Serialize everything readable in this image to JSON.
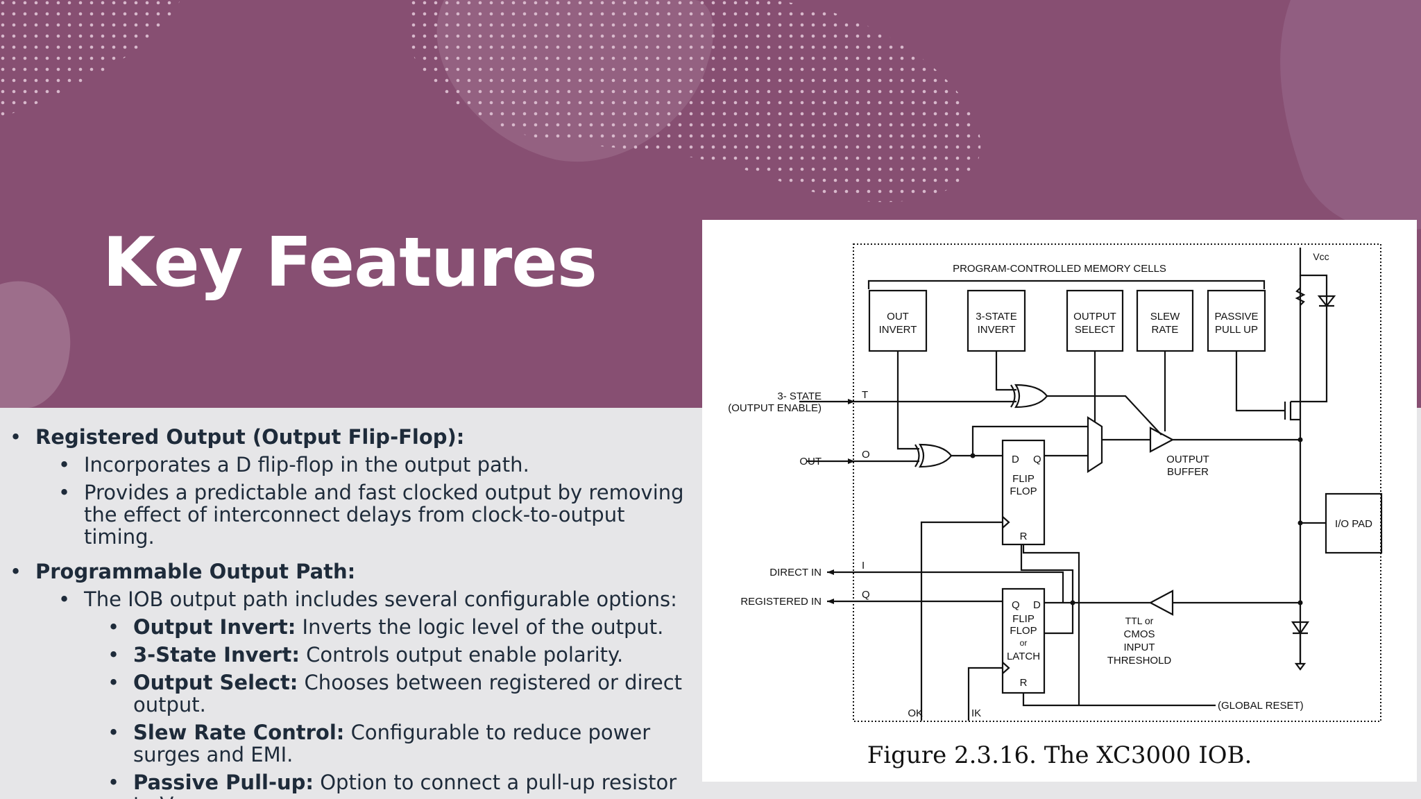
{
  "title": "Key Features",
  "colors": {
    "banner": "#874f72",
    "content_bg": "#e6e6e8",
    "text": "#1e2b3a",
    "figure_bg": "#ffffff"
  },
  "bullets": {
    "b1": {
      "bold": "Registered Output (Output Flip-Flop):"
    },
    "b1a": "Incorporates a D flip-flop in the output path.",
    "b1b": "Provides a predictable and fast clocked output by removing the effect of interconnect delays from clock-to-output timing.",
    "b2": {
      "bold": "Programmable Output Path:"
    },
    "b2a": "The IOB output path includes several configurable options:",
    "opt1": {
      "bold": "Output Invert:",
      "text": " Inverts the logic level of the output."
    },
    "opt2": {
      "bold": "3-State Invert:",
      "text": " Controls output enable polarity."
    },
    "opt3": {
      "bold": "Output Select:",
      "text": " Chooses between registered or direct output."
    },
    "opt4": {
      "bold": "Slew Rate Control:",
      "text": " Configurable to reduce power surges and EMI."
    },
    "opt5": {
      "bold": "Passive Pull-up:",
      "text": " Option to connect a pull-up resistor to Vcc."
    }
  },
  "diagram": {
    "memory_cells_label": "PROGRAM-CONTROLLED MEMORY CELLS",
    "vcc": "Vcc",
    "cells": {
      "out_invert": [
        "OUT",
        "INVERT"
      ],
      "tristate_invert": [
        "3-STATE",
        "INVERT"
      ],
      "output_select": [
        "OUTPUT",
        "SELECT"
      ],
      "slew_rate": [
        "SLEW",
        "RATE"
      ],
      "passive_pullup": [
        "PASSIVE",
        "PULL UP"
      ]
    },
    "inputs": {
      "tristate": [
        "3- STATE",
        "(OUTPUT ENABLE)"
      ],
      "out": "OUT",
      "direct_in": "DIRECT IN",
      "registered_in": "REGISTERED IN",
      "ok": "OK",
      "ik": "IK"
    },
    "pins": {
      "t": "T",
      "o": "O",
      "i": "I",
      "q": "Q"
    },
    "ff_out": {
      "d": "D",
      "q": "Q",
      "l1": "FLIP",
      "l2": "FLOP",
      "r": "R"
    },
    "ff_in": {
      "q": "Q",
      "d": "D",
      "l1": "FLIP",
      "l2": "FLOP",
      "l3": "or",
      "l4": "LATCH",
      "r": "R"
    },
    "output_buffer": [
      "OUTPUT",
      "BUFFER"
    ],
    "input_threshold": [
      "TTL or",
      "CMOS",
      "INPUT",
      "THRESHOLD"
    ],
    "io_pad": "I/O PAD",
    "global_reset": "(GLOBAL RESET)",
    "caption": "Figure 2.3.16. The XC3000 IOB."
  }
}
